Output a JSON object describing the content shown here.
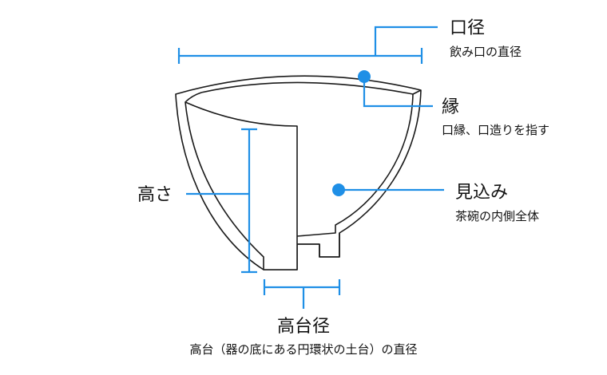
{
  "labels": {
    "mouth": {
      "title": "口径",
      "desc": "飲み口の直径"
    },
    "rim": {
      "title": "縁",
      "desc": "口縁、口造りを指す"
    },
    "interior": {
      "title": "見込み",
      "desc": "茶碗の内側全体"
    },
    "height": {
      "title": "高さ"
    },
    "foot": {
      "title": "高台径",
      "desc": "高台（器の底にある円環状の土台）の直径"
    }
  },
  "colors": {
    "accent": "#1f8fe6",
    "line": "#1a1a1a"
  }
}
